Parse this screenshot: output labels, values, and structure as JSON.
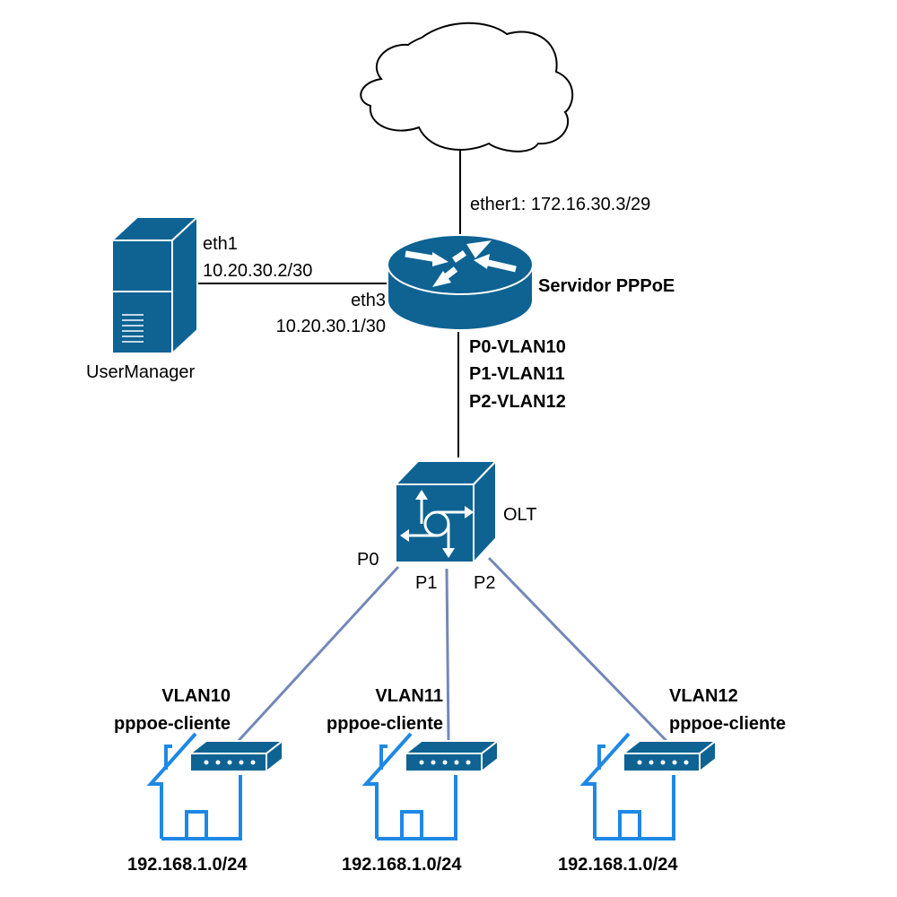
{
  "internet": {
    "icon": "cloud-icon"
  },
  "router": {
    "name": "Servidor PPPoE",
    "icon": "router-icon",
    "wan": "ether1: 172.16.30.3/29",
    "lan_if": "eth3",
    "lan_ip": "10.20.30.1/30",
    "vlans": [
      "P0-VLAN10",
      "P1-VLAN11",
      "P2-VLAN12"
    ]
  },
  "server": {
    "name": "UserManager",
    "icon": "server-icon",
    "if": "eth1",
    "ip": "10.20.30.2/30"
  },
  "olt": {
    "name": "OLT",
    "icon": "switch-icon",
    "ports": [
      "P0",
      "P1",
      "P2"
    ]
  },
  "clients": [
    {
      "vlan": "VLAN10",
      "role": "pppoe-cliente",
      "network": "192.168.1.0/24"
    },
    {
      "vlan": "VLAN11",
      "role": "pppoe-cliente",
      "network": "192.168.1.0/24"
    },
    {
      "vlan": "VLAN12",
      "role": "pppoe-cliente",
      "network": "192.168.1.0/24"
    }
  ],
  "colors": {
    "device": "#0e6393",
    "house": "#1e88e5",
    "fiber": "#7388b8",
    "link": "#000000"
  }
}
